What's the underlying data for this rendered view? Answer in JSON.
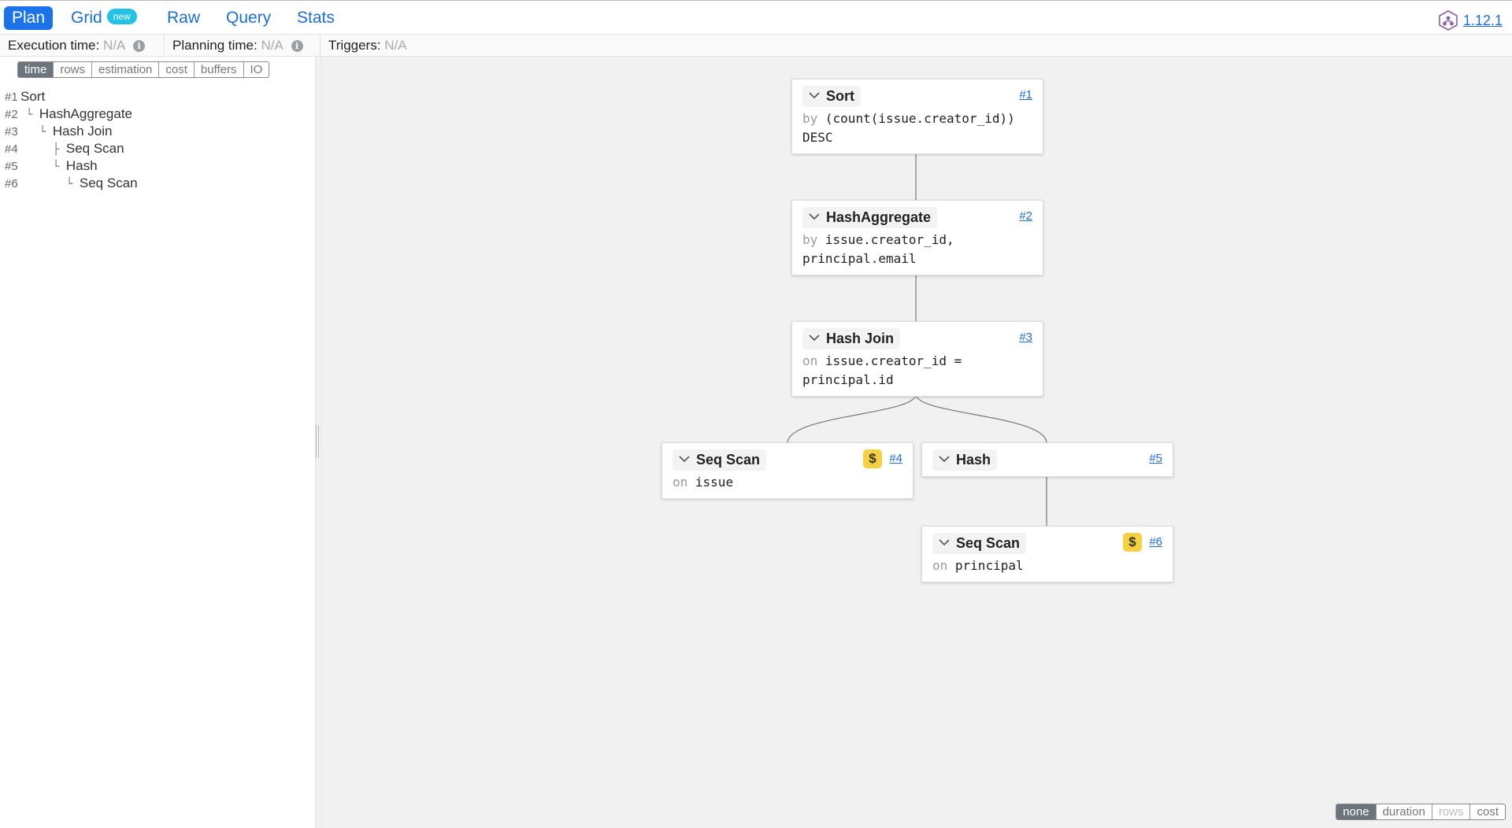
{
  "nav": {
    "plan": "Plan",
    "grid": "Grid",
    "grid_badge": "new",
    "raw": "Raw",
    "query": "Query",
    "stats": "Stats",
    "version": "1.12.1"
  },
  "stats": {
    "execution_label": "Execution time:",
    "execution_value": "N/A",
    "planning_label": "Planning time:",
    "planning_value": "N/A",
    "triggers_label": "Triggers:",
    "triggers_value": "N/A"
  },
  "metric_tabs": [
    "time",
    "rows",
    "estimation",
    "cost",
    "buffers",
    "IO"
  ],
  "metric_tabs_active": "time",
  "tree": [
    {
      "num": "#1",
      "branch": "",
      "name": "Sort"
    },
    {
      "num": "#2",
      "branch": "└ ",
      "name": "HashAggregate"
    },
    {
      "num": "#3",
      "branch": "└ ",
      "name": "Hash Join"
    },
    {
      "num": "#4",
      "branch": "├ ",
      "name": "Seq Scan"
    },
    {
      "num": "#5",
      "branch": "└ ",
      "name": "Hash"
    },
    {
      "num": "#6",
      "branch": "└ ",
      "name": "Seq Scan"
    }
  ],
  "nodes": [
    {
      "id": "#1",
      "title": "Sort",
      "kw": "by",
      "detail_1": "(count(issue.creator_id))",
      "detail_2": "DESC",
      "cost": ""
    },
    {
      "id": "#2",
      "title": "HashAggregate",
      "kw": "by",
      "detail_1": "issue.creator_id,",
      "detail_2": "principal.email",
      "cost": ""
    },
    {
      "id": "#3",
      "title": "Hash Join",
      "kw": "on",
      "detail_1": "issue.creator_id =",
      "detail_2": "principal.id",
      "cost": ""
    },
    {
      "id": "#4",
      "title": "Seq Scan",
      "kw": "on",
      "detail_1": "issue",
      "detail_2": "",
      "cost": "$"
    },
    {
      "id": "#5",
      "title": "Hash",
      "kw": "",
      "detail_1": "",
      "detail_2": "",
      "cost": ""
    },
    {
      "id": "#6",
      "title": "Seq Scan",
      "kw": "on",
      "detail_1": "principal",
      "detail_2": "",
      "cost": "$"
    }
  ],
  "highlight_tabs": [
    "none",
    "duration",
    "rows",
    "cost"
  ],
  "highlight_active": "none",
  "colors": {
    "accent": "#1a73e8",
    "badge": "#22c3e6",
    "cost_badge": "#f5d142",
    "link": "#1c6fd8"
  }
}
